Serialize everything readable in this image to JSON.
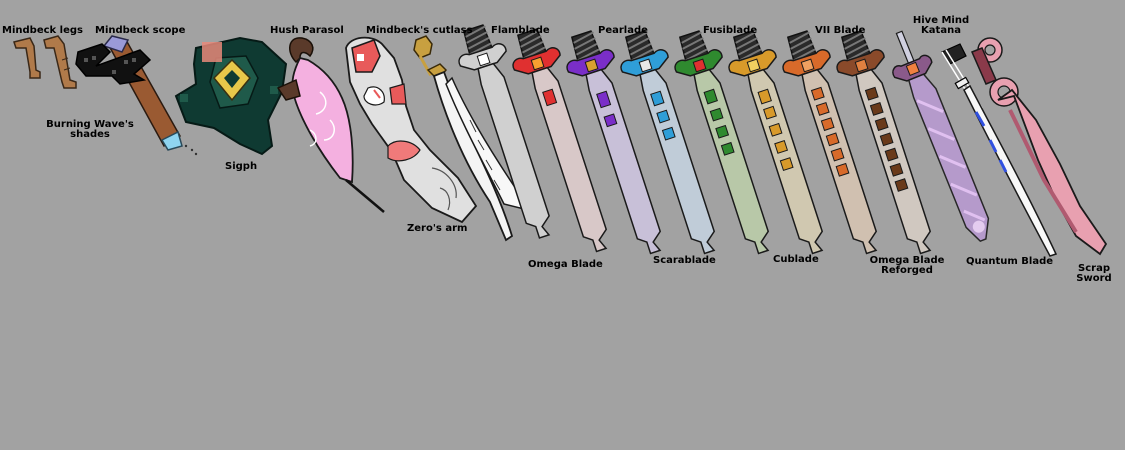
{
  "labels": {
    "mindbeck_legs": "Mindbeck legs",
    "mindbeck_scope": "Mindbeck scope",
    "burning_wave_shades_1": "Burning Wave's",
    "burning_wave_shades_2": "shades",
    "sigph": "Sigph",
    "hush_parasol": "Hush Parasol",
    "mindbecks_cutlass": "Mindbeck's cutlass",
    "zeros_arm": "Zero's arm",
    "flamblade": "Flamblade",
    "omega_blade": "Omega Blade",
    "pearlade": "Pearlade",
    "scarablade": "Scarablade",
    "fusiblade": "Fusiblade",
    "cublade": "Cublade",
    "vii_blade": "VII Blade",
    "omega_blade_reforged_1": "Omega Blade",
    "omega_blade_reforged_2": "Reforged",
    "hive_mind_katana_1": "Hive Mind",
    "hive_mind_katana_2": "Katana",
    "quantum_blade": "Quantum Blade",
    "scrap_sword_1": "Scrap",
    "scrap_sword_2": "Sword"
  },
  "colors": {
    "background": "#a2a2a2",
    "outline": "#1a1a1a",
    "omega_blade": "#d0d0d0",
    "flamblade": "#e03030",
    "scarablade": "#7a2ec8",
    "pearlade": "#2f9ed8",
    "cublade": "#2f8a2f",
    "fusiblade": "#d89a2a",
    "vii_blade": "#d86a2a",
    "omega_blade_reforged": "#8a4a2a",
    "hive_mind": "#8a5a8a",
    "scrap_sword": "#e8a0b0",
    "hush_parasol": "#f4b0e0",
    "sigph": "#0f3a32",
    "zeros_arm": "#e0e0e0"
  },
  "icons": [
    "mindbeck-legs-icon",
    "mindbeck-scope-icon",
    "burning-wave-shades-icon",
    "sigph-icon",
    "hush-parasol-icon",
    "zeros-arm-icon",
    "mindbecks-cutlass-icon",
    "omega-blade-icon",
    "flamblade-icon",
    "scarablade-icon",
    "pearlade-icon",
    "cublade-icon",
    "fusiblade-icon",
    "vii-blade-icon",
    "omega-blade-reforged-icon",
    "hive-mind-katana-icon",
    "quantum-blade-icon",
    "scrap-sword-icon"
  ]
}
